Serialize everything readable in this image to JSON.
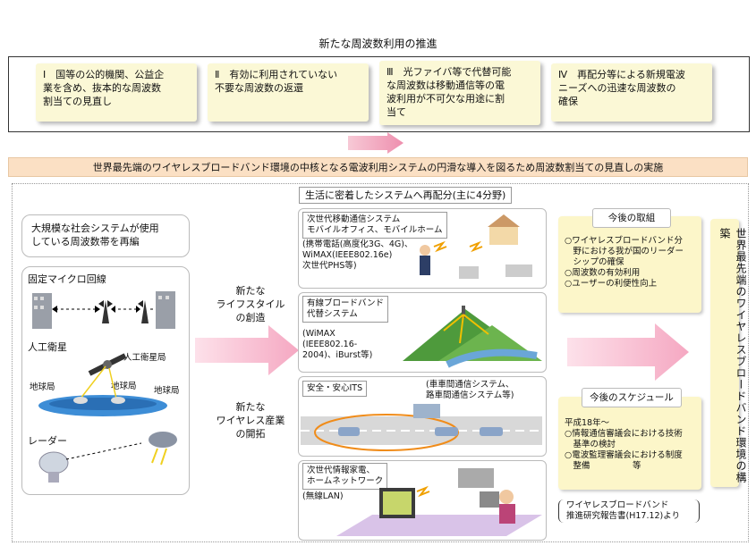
{
  "title": "新たな周波数利用の推進",
  "policies": [
    {
      "lines": [
        "Ⅰ　国等の公的機関、公益企",
        "業を含め、抜本的な周波数",
        "割当ての見直し"
      ]
    },
    {
      "lines": [
        "Ⅱ　有効に利用されていない",
        "不要な周波数の返還"
      ]
    },
    {
      "lines": [
        "Ⅲ　光ファイバ等で代替可能",
        "な周波数は移動通信等の電",
        "波利用が不可欠な用途に割",
        "当て"
      ]
    },
    {
      "lines": [
        "Ⅳ　再配分等による新規電波",
        "ニーズへの迅速な周波数の",
        "確保"
      ]
    }
  ],
  "banner": "世界最先端のワイヤレスブロードバンド環境の中核となる電波利用システムの円滑な導入を図るため周波数割当ての見直しの実施",
  "left": {
    "reorg_lines": [
      "大規模な社会システムが使用",
      "している周波数帯を再編"
    ],
    "microwave": "固定マイクロ回線",
    "satellite": "人工衛星",
    "satellite_station": "人工衛星局",
    "earth_station": "地球局",
    "radar": "レーダー"
  },
  "arrow_labels": {
    "lifestyle": [
      "新たな",
      "ライフスタイル",
      "の創造"
    ],
    "industry": [
      "新たな",
      "ワイヤレス産業",
      "の開拓"
    ]
  },
  "realloc_title": "生活に密着したシステムへ再配分(主に4分野)",
  "systems": [
    {
      "label": [
        "次世代移動通信システム",
        "モバイルオフィス、モバイルホーム"
      ],
      "detail": [
        "(携帯電話(高度化3G、4G)、",
        "WiMAX(IEEE802.16e)",
        "次世代PHS等)"
      ]
    },
    {
      "label": [
        "有線ブロードバンド",
        "代替システム"
      ],
      "detail": [
        "(WiMAX",
        "(IEEE802.16-",
        "2004)、iBurst等)"
      ]
    },
    {
      "label": [
        "安全・安心ITS"
      ],
      "detail": [
        "(車車間通信システム、",
        "路車間通信システム等)"
      ]
    },
    {
      "label": [
        "次世代情報家電、",
        "ホームネットワーク"
      ],
      "detail": [
        "(無線LAN)"
      ]
    }
  ],
  "future": {
    "title": "今後の取組",
    "items": [
      "○ワイヤレスブロードバンド分",
      "　野における我が国のリーダー",
      "　シップの確保",
      "○周波数の有効利用",
      "○ユーザーの利便性向上"
    ]
  },
  "schedule": {
    "title": "今後のスケジュール",
    "items": [
      "平成18年～",
      "○情報通信審議会における技術",
      "　基準の検討",
      "○電波監理審議会における制度",
      "　整備　　　　　等"
    ]
  },
  "source": [
    "ワイヤレスブロードバンド",
    "推進研究報告書(H17.12)より"
  ],
  "goal": "世界最先端のワイヤレスブロードバンド環境の構築"
}
